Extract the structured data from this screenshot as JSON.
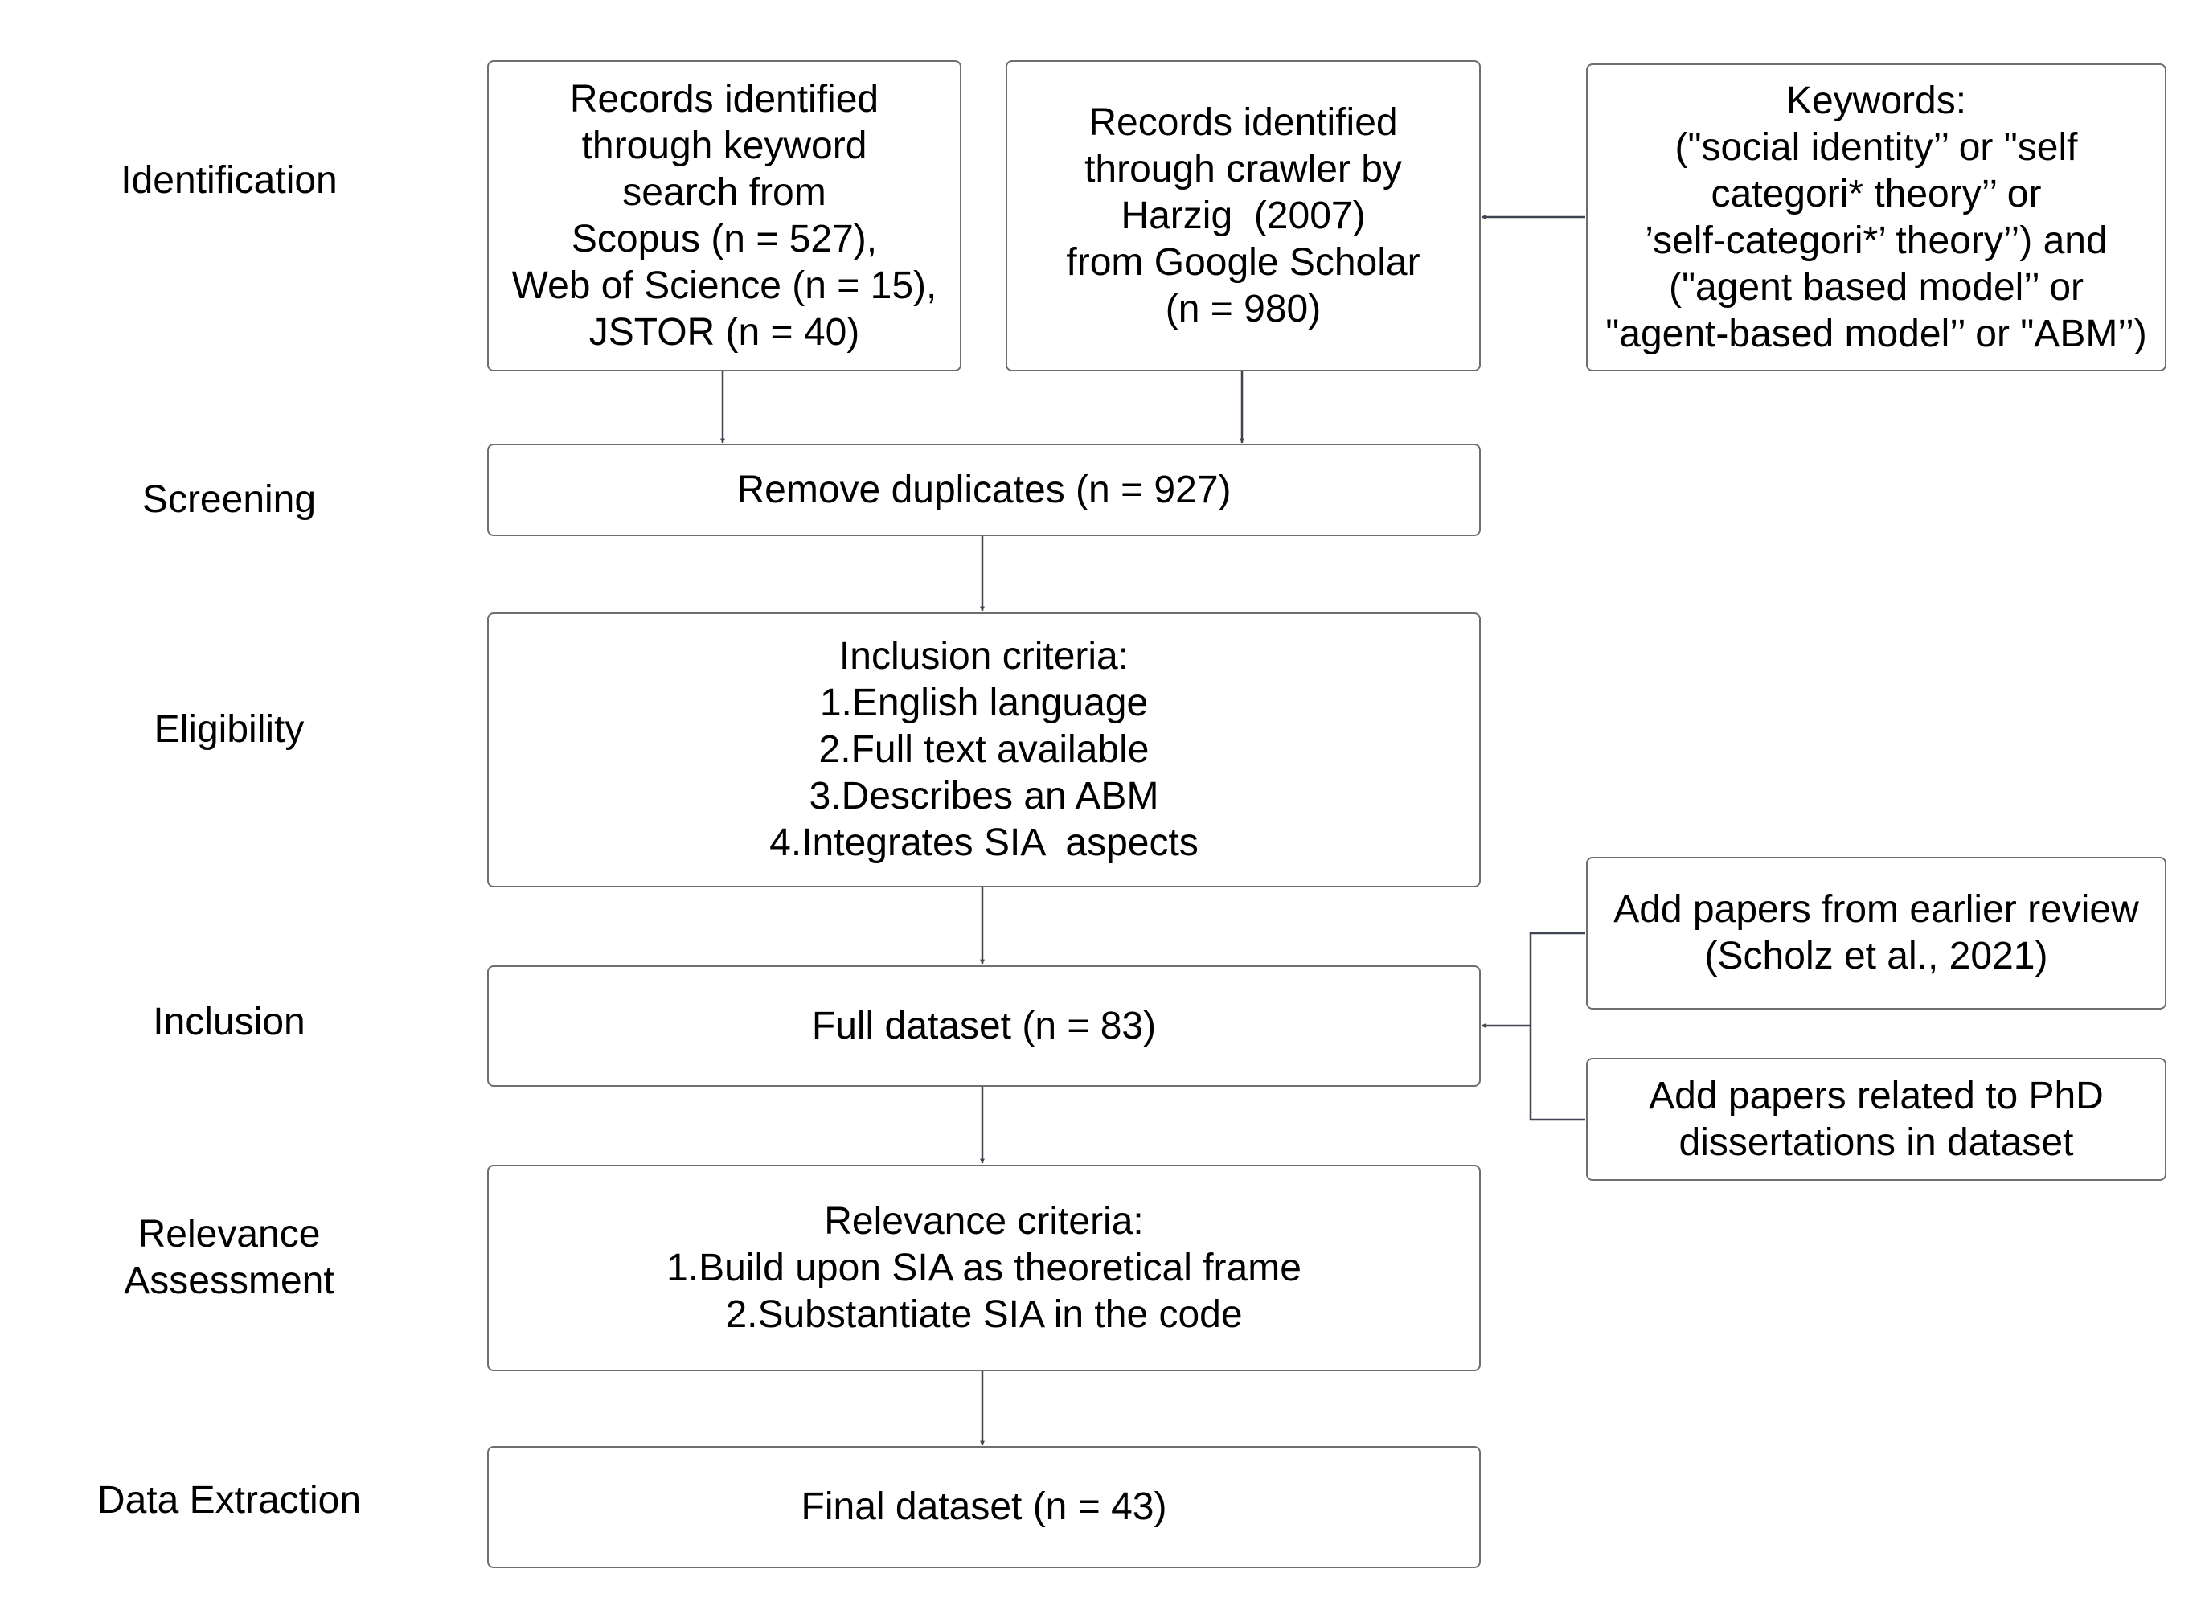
{
  "stages": [
    {
      "id": "identification",
      "lines": [
        "Identification"
      ]
    },
    {
      "id": "screening",
      "lines": [
        "Screening"
      ]
    },
    {
      "id": "eligibility",
      "lines": [
        "Eligibility"
      ]
    },
    {
      "id": "inclusion",
      "lines": [
        "Inclusion"
      ]
    },
    {
      "id": "relevance",
      "lines": [
        "Relevance",
        "Assessment"
      ]
    },
    {
      "id": "extraction",
      "lines": [
        "Data Extraction"
      ]
    }
  ],
  "boxes": {
    "keyword_search": {
      "lines": [
        "Records identified",
        "through keyword",
        "search from",
        "Scopus (n = 527),",
        "Web of Science (n = 15),",
        "JSTOR (n = 40)"
      ]
    },
    "crawler": {
      "lines": [
        "Records identified",
        "through crawler by",
        "Harzig  (2007)",
        "from Google Scholar",
        "(n = 980)"
      ]
    },
    "keywords": {
      "lines": [
        "Keywords:",
        "(\"social identity’’ or \"self",
        "categori* theory’’ or",
        "’self-categori*’ theory’’) and",
        "(\"agent based model’’ or",
        "\"agent-based model’’ or \"ABM’’)"
      ]
    },
    "remove_duplicates": {
      "lines": [
        "Remove duplicates (n = 927)"
      ]
    },
    "inclusion_criteria": {
      "lines": [
        "Inclusion criteria:",
        "1.English language",
        "2.Full text available",
        "3.Describes an ABM",
        "4.Integrates SIA  aspects"
      ]
    },
    "full_dataset": {
      "lines": [
        "Full dataset (n = 83)"
      ]
    },
    "earlier_review": {
      "lines": [
        "Add papers from earlier review",
        "(Scholz et al., 2021)"
      ]
    },
    "phd_papers": {
      "lines": [
        "Add papers related to PhD",
        "dissertations in dataset"
      ]
    },
    "relevance_criteria": {
      "lines": [
        "Relevance criteria:",
        "1.Build upon SIA as theoretical frame",
        "2.Substantiate SIA in the code"
      ]
    },
    "final_dataset": {
      "lines": [
        "Final dataset (n = 43)"
      ]
    }
  },
  "colors": {
    "arrow": "#3f4450",
    "border": "#6e6e6e"
  }
}
